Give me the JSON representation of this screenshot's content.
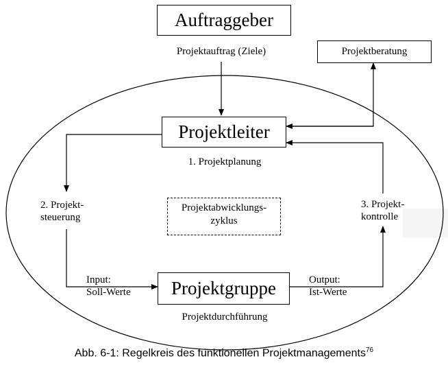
{
  "nodes": {
    "auftraggeber": "Auftraggeber",
    "projektberatung": "Projektberatung",
    "projektleiter": "Projektleiter",
    "projektgruppe": "Projektgruppe",
    "zyklus_line1": "Projektabwicklungs-",
    "zyklus_line2": "zyklus"
  },
  "labels": {
    "projektauftrag": "Projektauftrag (Ziele)",
    "planung": "1. Projektplanung",
    "steuerung_line1": "2. Projekt-",
    "steuerung_line2": "steuerung",
    "kontrolle_line1": "3. Projekt-",
    "kontrolle_line2": "kontrolle",
    "input_line1": "Input:",
    "input_line2": "Soll-Werte",
    "output_line1": "Output:",
    "output_line2": "Ist-Werte",
    "durchfuehrung": "Projektdurchführung"
  },
  "caption": {
    "text": "Abb. 6-1: Regelkreis des funktionellen Projektmanagements",
    "footnote": "76"
  }
}
